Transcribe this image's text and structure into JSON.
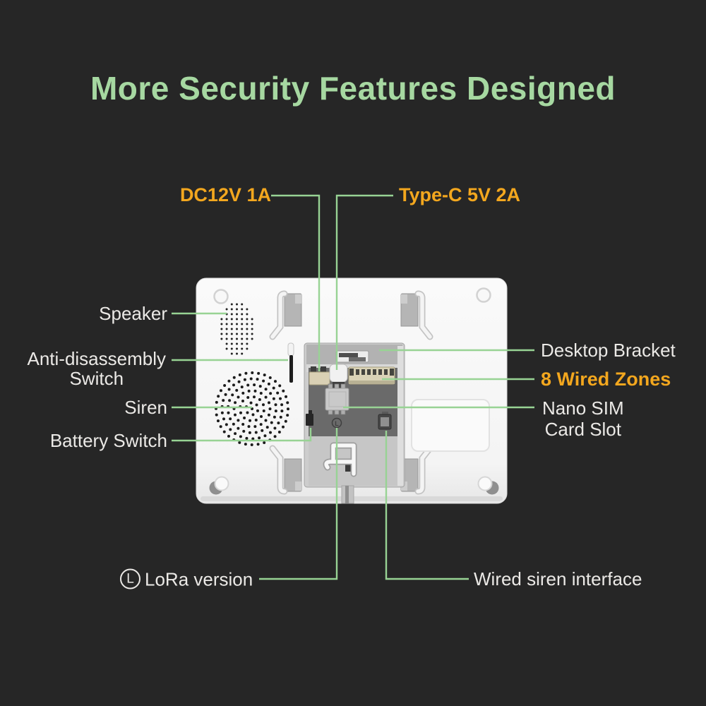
{
  "title": "More Security Features Designed",
  "colors": {
    "background": "#262626",
    "title": "#a6d8a1",
    "leader_line": "#98d394",
    "accent": "#f3a71e",
    "label": "#ebe9e6"
  },
  "callouts": {
    "dc_power": "DC12V 1A",
    "type_c": "Type-C 5V 2A",
    "speaker": "Speaker",
    "anti_disassembly_line1": "Anti-disassembly",
    "anti_disassembly_line2": "Switch",
    "siren": "Siren",
    "battery_switch": "Battery Switch",
    "desktop_bracket": "Desktop Bracket",
    "wired_zones": "8 Wired Zones",
    "nano_sim_line1": "Nano SIM",
    "nano_sim_line2": "Card Slot",
    "lora_version": "LoRa version",
    "wired_siren_interface": "Wired siren interface"
  },
  "icons": {
    "lora_badge": "circled-L",
    "lora_badge_letter": "L"
  },
  "device": {
    "lora_mark": "L"
  }
}
